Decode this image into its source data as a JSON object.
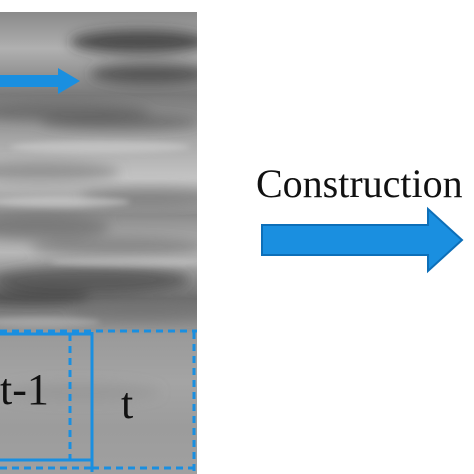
{
  "diagram": {
    "frame_labels": {
      "previous": "t-1",
      "current": "t"
    },
    "process_label": "Construction"
  },
  "colors": {
    "accent": "#1a8fe0",
    "frame_border": "#1a8fe0",
    "text": "#111111",
    "background": "#ffffff"
  },
  "icons": {
    "motion_arrow": "right-arrow-icon",
    "process_arrow": "right-arrow-icon"
  }
}
